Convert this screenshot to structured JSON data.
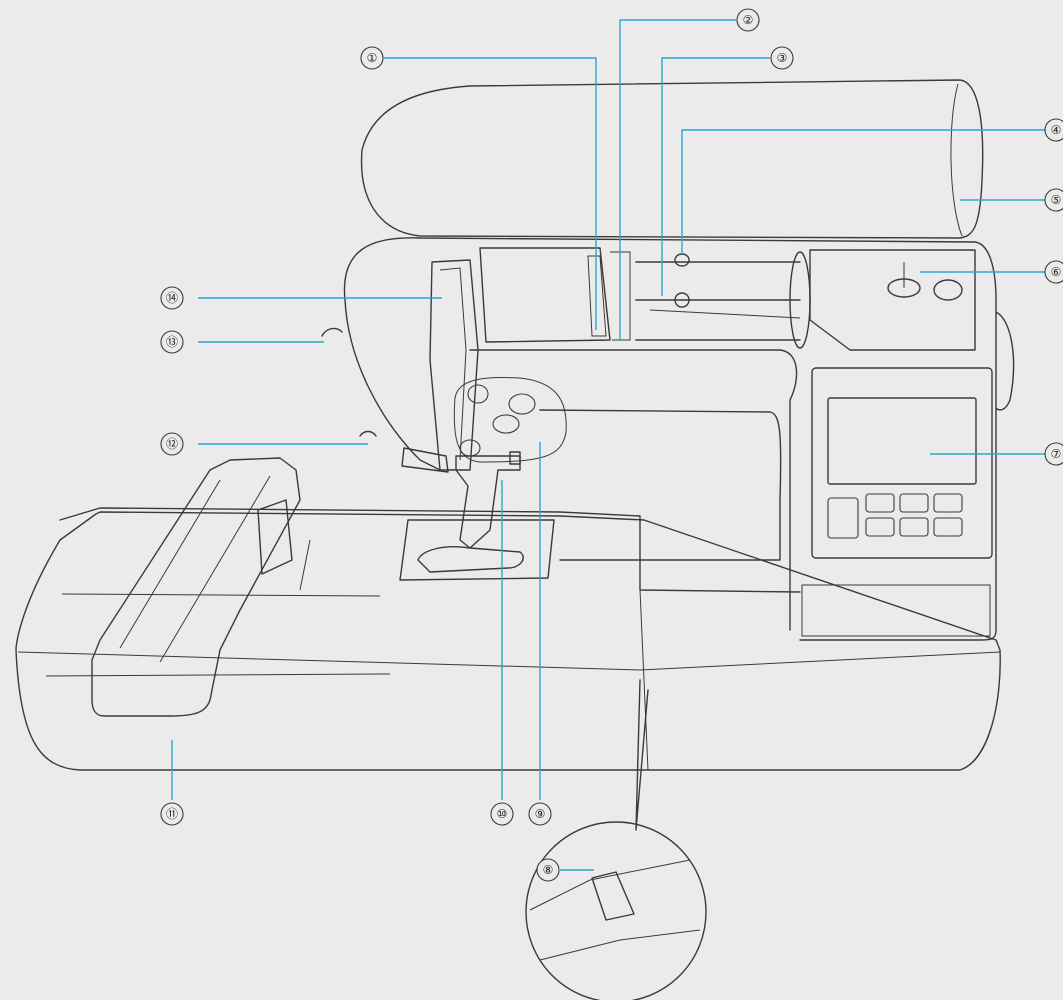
{
  "callouts": [
    {
      "id": "c1",
      "label": "①"
    },
    {
      "id": "c2",
      "label": "②"
    },
    {
      "id": "c3",
      "label": "③"
    },
    {
      "id": "c4",
      "label": "④"
    },
    {
      "id": "c5",
      "label": "⑤"
    },
    {
      "id": "c6",
      "label": "⑥"
    },
    {
      "id": "c7",
      "label": "⑦"
    },
    {
      "id": "c8",
      "label": "⑧"
    },
    {
      "id": "c9",
      "label": "⑨"
    },
    {
      "id": "c10",
      "label": "⑩"
    },
    {
      "id": "c11",
      "label": "⑪"
    },
    {
      "id": "c12",
      "label": "⑫"
    },
    {
      "id": "c13",
      "label": "⑬"
    },
    {
      "id": "c14",
      "label": "⑭"
    }
  ],
  "colors": {
    "background": "#ebebeb",
    "outline": "#3a3a3a",
    "leader": "#2aa7d6"
  }
}
